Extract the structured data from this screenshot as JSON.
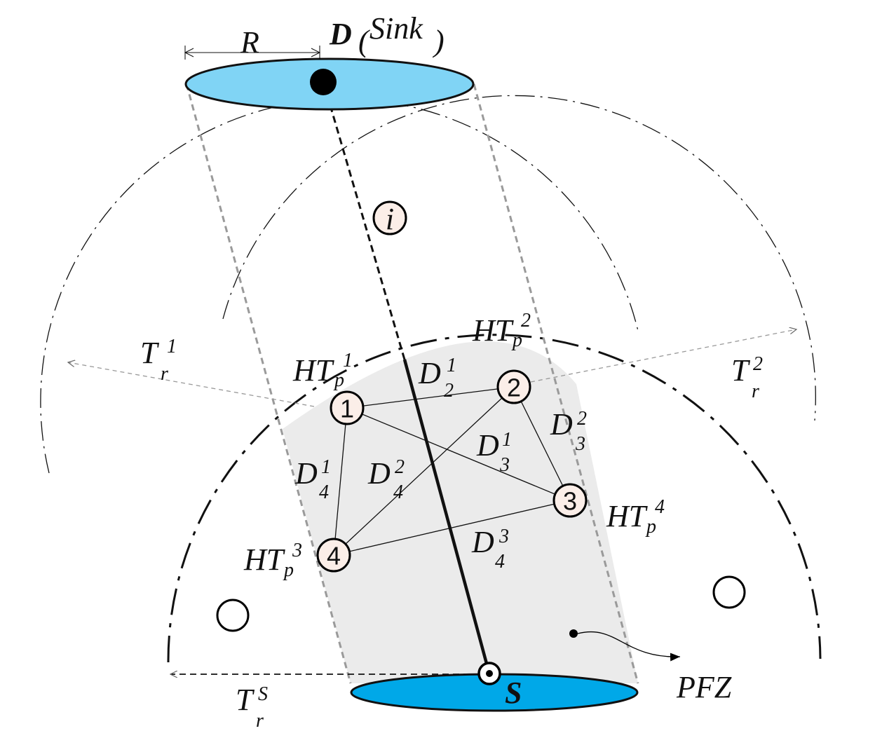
{
  "sink": {
    "letter": "D",
    "paren_open": "(",
    "word": "Sink",
    "paren_close": ")"
  },
  "radius_label": "R",
  "source_label": "S",
  "pfz_label": "PFZ",
  "intermediate_label": "i",
  "nodes": [
    "1",
    "2",
    "3",
    "4"
  ],
  "hop_labels": [
    {
      "base": "HT",
      "sub": "p",
      "sup": "1"
    },
    {
      "base": "HT",
      "sub": "p",
      "sup": "2"
    },
    {
      "base": "HT",
      "sub": "p",
      "sup": "3"
    },
    {
      "base": "HT",
      "sub": "p",
      "sup": "4"
    }
  ],
  "range_labels": [
    {
      "base": "T",
      "sub": "r",
      "sup": "1"
    },
    {
      "base": "T",
      "sub": "r",
      "sup": "2"
    },
    {
      "base": "T",
      "sub": "r",
      "sup": "S"
    }
  ],
  "distance_labels": [
    {
      "base": "D",
      "sub": "2",
      "sup": "1"
    },
    {
      "base": "D",
      "sub": "3",
      "sup": "2"
    },
    {
      "base": "D",
      "sub": "3",
      "sup": "1"
    },
    {
      "base": "D",
      "sub": "4",
      "sup": "1"
    },
    {
      "base": "D",
      "sub": "4",
      "sup": "2"
    },
    {
      "base": "D",
      "sub": "4",
      "sup": "3"
    }
  ],
  "colors": {
    "sink_disc": "#80d4f5",
    "source_disc": "#00a8e8",
    "pfz_fill": "#ebebeb",
    "node_fill": "#fbeee8",
    "guide_line": "#9a9a9a"
  }
}
